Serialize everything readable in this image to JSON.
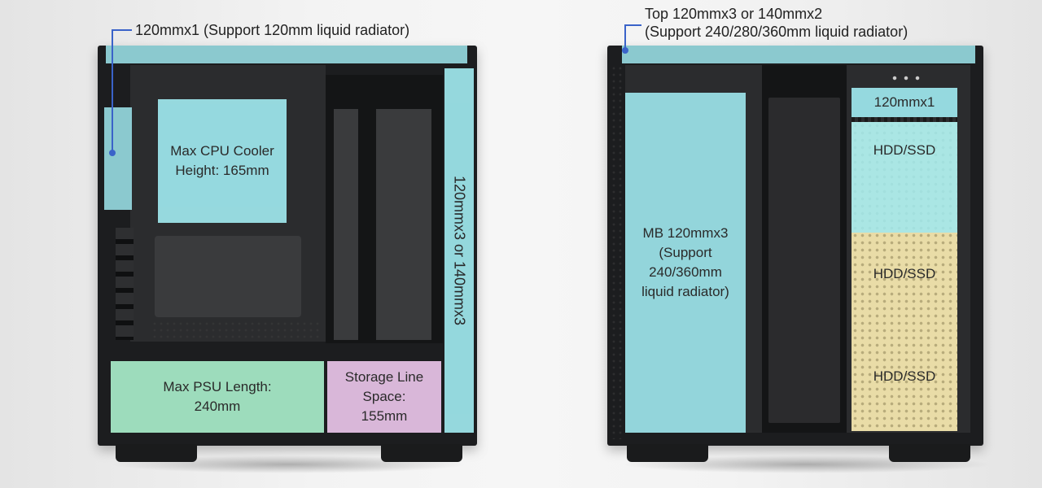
{
  "left_view": {
    "top_fan": "120mmx1 (Support 120mm liquid radiator)",
    "cpu_cooler": "Max CPU Cooler\nHeight: 165mm",
    "front_fans": "120mmx3 or 140mmx3",
    "psu": "Max PSU Length:\n240mm",
    "storage_line": "Storage Line\nSpace:\n155mm"
  },
  "right_view": {
    "top_fans": "Top 120mmx3 or 140mmx2\n(Support 240/280/360mm liquid radiator)",
    "mb_fans": "MB 120mmx3\n(Support\n240/360mm\nliquid radiator)",
    "fan_120": "120mmx1",
    "hdd_1": "HDD/SSD",
    "hdd_2": "HDD/SSD",
    "hdd_3": "HDD/SSD"
  },
  "colors": {
    "cyan": "#9fe8ee",
    "green": "#9ddcbc",
    "pink": "#d9b7d9",
    "yellow": "#e9dca7",
    "leader": "#3a63c9"
  }
}
